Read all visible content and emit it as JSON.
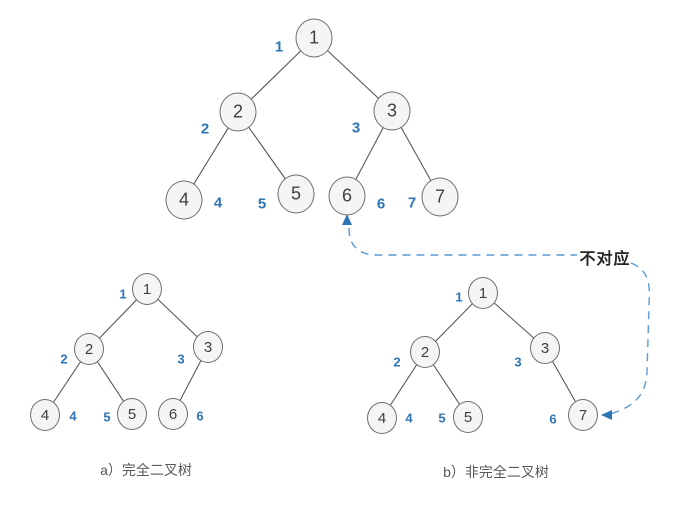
{
  "palette": {
    "bg": "#ffffff",
    "node_fill": "#f5f5f5",
    "node_border": "#6e6e6e",
    "node_text": "#3f3f3f",
    "edge_color": "#595959",
    "index_color": "#2e75b6",
    "dash_color": "#5b9bd5",
    "arrow_color": "#2e75b6",
    "annotation_color": "#262626",
    "caption_color": "#595959"
  },
  "annotation": {
    "mismatch": "不对应"
  },
  "trees": {
    "top": {
      "description": "reference binary tree with nodes 1-7",
      "edges": [
        [
          "1",
          "2"
        ],
        [
          "1",
          "3"
        ],
        [
          "2",
          "4"
        ],
        [
          "2",
          "5"
        ],
        [
          "3",
          "6"
        ],
        [
          "3",
          "7"
        ]
      ],
      "nodes": [
        {
          "value": "1",
          "index": "1"
        },
        {
          "value": "2",
          "index": "2"
        },
        {
          "value": "3",
          "index": "3"
        },
        {
          "value": "4",
          "index": "4"
        },
        {
          "value": "5",
          "index": "5"
        },
        {
          "value": "6",
          "index": "6"
        },
        {
          "value": "7",
          "index": "7"
        }
      ]
    },
    "a": {
      "caption": "a）完全二叉树",
      "edges": [
        [
          "1",
          "2"
        ],
        [
          "1",
          "3"
        ],
        [
          "2",
          "4"
        ],
        [
          "2",
          "5"
        ],
        [
          "3",
          "6"
        ]
      ],
      "nodes": [
        {
          "value": "1",
          "index": "1"
        },
        {
          "value": "2",
          "index": "2"
        },
        {
          "value": "3",
          "index": "3"
        },
        {
          "value": "4",
          "index": "4"
        },
        {
          "value": "5",
          "index": "5"
        },
        {
          "value": "6",
          "index": "6"
        }
      ]
    },
    "b": {
      "caption": "b）非完全二叉树",
      "edges": [
        [
          "1",
          "2"
        ],
        [
          "1",
          "3"
        ],
        [
          "2",
          "4"
        ],
        [
          "2",
          "5"
        ],
        [
          "3",
          "7"
        ]
      ],
      "nodes": [
        {
          "value": "1",
          "index": "1"
        },
        {
          "value": "2",
          "index": "2"
        },
        {
          "value": "3",
          "index": "3"
        },
        {
          "value": "4",
          "index": "4"
        },
        {
          "value": "5",
          "index": "5"
        },
        {
          "value": "7",
          "index": "6"
        }
      ]
    }
  }
}
